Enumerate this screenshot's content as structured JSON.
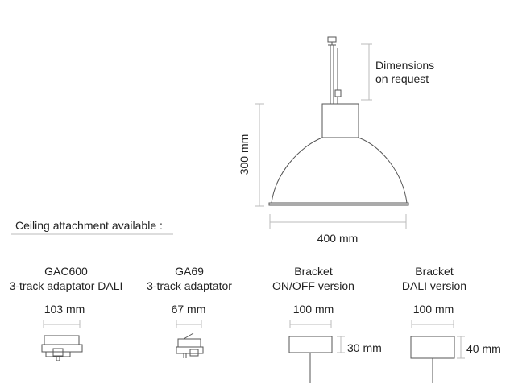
{
  "main_lamp": {
    "note_line1": "Dimensions",
    "note_line2": "on request",
    "height_label": "300 mm",
    "width_label": "400 mm"
  },
  "ceiling_heading": "Ceiling attachment available :",
  "attachments": [
    {
      "name": "GAC600",
      "desc": "3-track adaptator DALI",
      "width": "103 mm"
    },
    {
      "name": "GA69",
      "desc": "3-track adaptator",
      "width": "67 mm"
    },
    {
      "name": "Bracket",
      "desc": "ON/OFF version",
      "width": "100 mm",
      "height": "30 mm"
    },
    {
      "name": "Bracket",
      "desc": "DALI version",
      "width": "100 mm",
      "height": "40 mm"
    }
  ]
}
